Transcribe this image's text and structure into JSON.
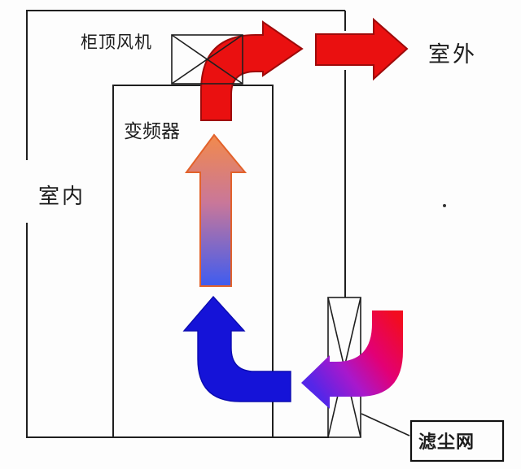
{
  "labels": {
    "top_fan": "柜顶风机",
    "outdoor": "室外",
    "inverter": "变频器",
    "indoor": "室内",
    "dust_filter": "滤尘网"
  },
  "colors": {
    "hot_exhaust_red": "#ea1010",
    "cold_intake_blue": "#1513d8",
    "warm_grad_top_orange": "#f28a4c",
    "warm_grad_mid_mauve": "#c97799",
    "warm_grad_bottom_blue": "#3e5cf0",
    "intake_grad_red": "#f20c20",
    "intake_grad_magenta": "#e20076",
    "intake_grad_purple": "#a818cc",
    "intake_grad_violet": "#5426e8",
    "line_black": "#1f1f1f"
  }
}
